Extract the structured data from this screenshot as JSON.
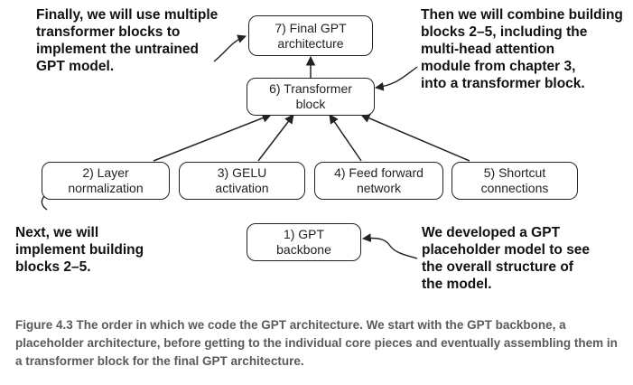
{
  "nodes": {
    "final_gpt": "7) Final GPT\narchitecture",
    "transformer": "6) Transformer\nblock",
    "layer_norm": "2) Layer\nnormalization",
    "gelu": "3) GELU\nactivation",
    "feed_forward": "4) Feed forward\nnetwork",
    "shortcut": "5) Shortcut\nconnections",
    "gpt_backbone": "1) GPT\nbackbone"
  },
  "notes": {
    "top_left": "Finally, we will use multiple\ntransformer blocks to\nimplement the untrained\nGPT model.",
    "top_right": "Then we will combine building\nblocks 2–5, including the\nmulti-head attention\nmodule from chapter 3,\ninto a transformer block.",
    "bottom_left": "Next, we will\nimplement building\nblocks 2–5.",
    "bottom_right": "We developed a GPT\nplaceholder model to see\nthe overall structure of\nthe model."
  },
  "caption": "Figure 4.3 The order in which we code the GPT architecture. We start with the GPT backbone, a placeholder architecture, before getting to the individual core pieces and eventually assembling them in a transformer block for the final GPT architecture."
}
